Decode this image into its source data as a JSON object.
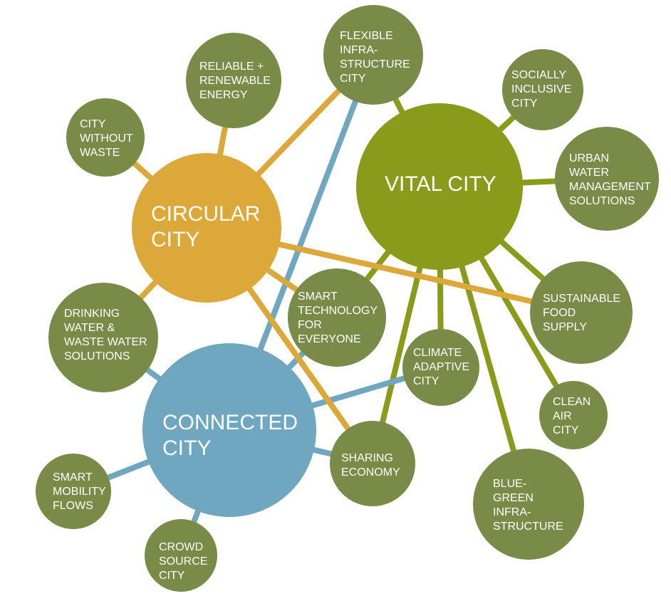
{
  "colors": {
    "circular": "#DCA83A",
    "vital": "#8A9B1C",
    "connected": "#6FA6C0",
    "satellite": "#7A8B48",
    "text": "#FFFFFF"
  },
  "hubs": {
    "circular": [
      "CIRCULAR",
      "CITY"
    ],
    "vital": [
      "VITAL CITY"
    ],
    "connected": [
      "CONNECTED",
      "CITY"
    ]
  },
  "nodes": {
    "reliable_energy": [
      "RELIABLE +",
      "RENEWABLE",
      "ENERGY"
    ],
    "flexible_infra": [
      "FLEXIBLE",
      "INFRA-",
      "STRUCTURE",
      "CITY"
    ],
    "socially_inclusive": [
      "SOCIALLY",
      "INCLUSIVE",
      "CITY"
    ],
    "city_without_waste": [
      "CITY",
      "WITHOUT",
      "WASTE"
    ],
    "urban_water": [
      "URBAN",
      "WATER",
      "MANAGEMENT",
      "SOLUTIONS"
    ],
    "smart_technology": [
      "SMART",
      "TECHNOLOGY",
      "FOR",
      "EVERYONE"
    ],
    "sustainable_food": [
      "SUSTAINABLE",
      "FOOD",
      "SUPPLY"
    ],
    "drinking_water": [
      "DRINKING",
      "WATER &",
      "WASTE WATER",
      "SOLUTIONS"
    ],
    "climate_adaptive": [
      "CLIMATE",
      "ADAPTIVE",
      "CITY"
    ],
    "clean_air": [
      "CLEAN",
      "AIR",
      "CITY"
    ],
    "sharing_economy": [
      "SHARING",
      "ECONOMY"
    ],
    "smart_mobility": [
      "SMART",
      "MOBILITY",
      "FLOWS"
    ],
    "blue_green": [
      "BLUE-",
      "GREEN",
      "INFRA-",
      "STRUCTURE"
    ],
    "crowd_source": [
      "CROWD",
      "SOURCE",
      "CITY"
    ]
  }
}
